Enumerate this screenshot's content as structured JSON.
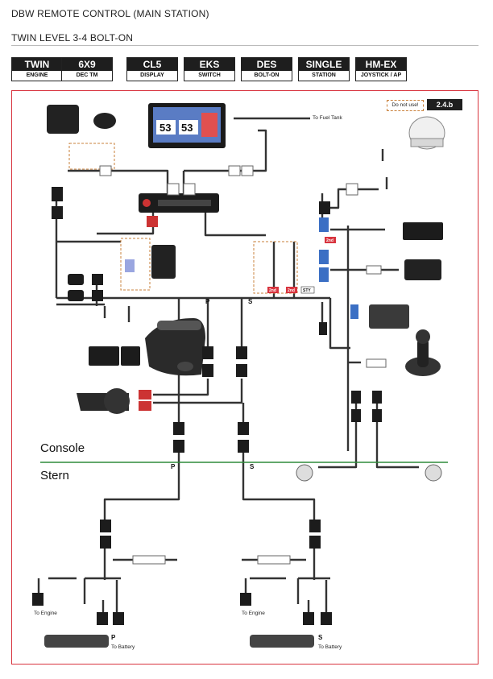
{
  "header": {
    "title": "DBW REMOTE CONTROL (MAIN STATION)",
    "subtitle": "TWIN LEVEL 3-4 BOLT-ON"
  },
  "badges": [
    {
      "code": "TWIN",
      "label": "ENGINE"
    },
    {
      "code": "6X9",
      "label": "DEC TM"
    },
    {
      "code": "CL5",
      "label": "DISPLAY"
    },
    {
      "code": "EKS",
      "label": "SWITCH"
    },
    {
      "code": "DES",
      "label": "BOLT-ON"
    },
    {
      "code": "SINGLE",
      "label": "STATION"
    },
    {
      "code": "HM-EX",
      "label": "JOYSTICK / AP"
    }
  ],
  "diagram": {
    "not_use_label": "Do not use!",
    "version": "2.4.b",
    "fuel_tank_label": "To Fuel Tank",
    "console_label": "Console",
    "stern_label": "Stern",
    "port_label": "P",
    "starboard_label": "S",
    "to_engine_label": "To Engine",
    "to_battery_label": "To Battery",
    "tag_2nd": "2nd",
    "tag_sty": "STY",
    "display_reading_left": "53",
    "display_reading_right": "53"
  },
  "colors": {
    "frame": "#d8343e",
    "divider": "#2e8b3a",
    "wire": "#333333",
    "dashed": "#c9803b"
  }
}
